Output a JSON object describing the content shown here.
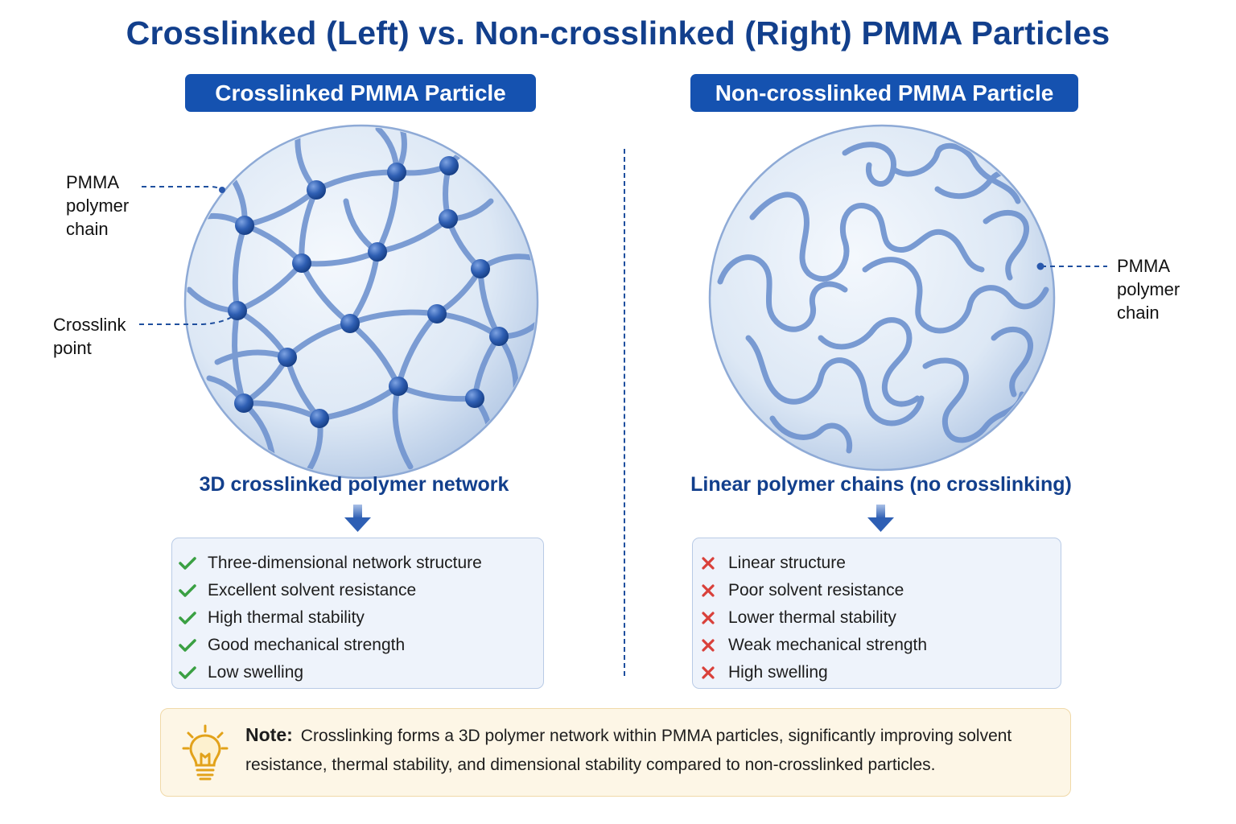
{
  "title": "Crosslinked (Left) vs. Non-crosslinked (Right) PMMA Particles",
  "left": {
    "header": "Crosslinked PMMA Particle",
    "callout_chain": "PMMA polymer chain",
    "callout_crosslink": "Crosslink point",
    "caption": "3D crosslinked polymer network",
    "properties": [
      "Three-dimensional network structure",
      "Excellent solvent resistance",
      "High thermal stability",
      "Good mechanical strength",
      "Low swelling"
    ]
  },
  "right": {
    "header": "Non-crosslinked PMMA Particle",
    "callout_chain": "PMMA polymer chain",
    "caption": "Linear polymer chains (no crosslinking)",
    "properties": [
      "Linear structure",
      "Poor solvent resistance",
      "Lower thermal stability",
      "Weak mechanical strength",
      "High swelling"
    ]
  },
  "note": {
    "label": "Note:",
    "text": "Crosslinking forms a 3D polymer network within PMMA particles, significantly improving solvent resistance, thermal stability, and dimensional stability compared to non-crosslinked particles."
  },
  "icons": {
    "good": "check-icon",
    "bad": "cross-icon",
    "note": "lightbulb-icon",
    "flow": "arrow-down-icon"
  },
  "colors": {
    "title": "#123f8c",
    "header_bg": "#1552b0",
    "chain": "#6f93cf",
    "node": "#2a59ad",
    "check": "#3aa043",
    "cross": "#d9403a",
    "note_bg": "#fdf6e6",
    "bulb": "#e2a21a"
  }
}
